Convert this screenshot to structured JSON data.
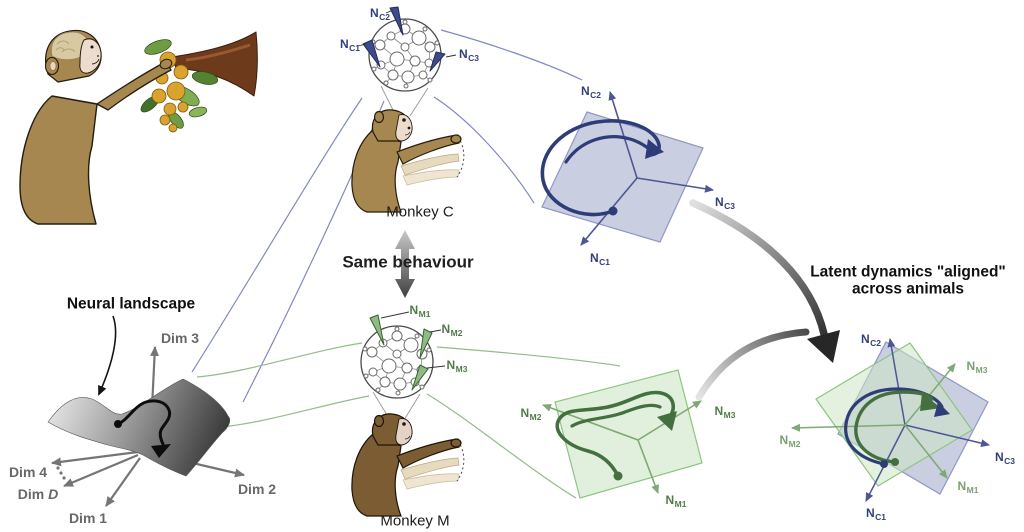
{
  "labels": {
    "monkey_c": "Monkey C",
    "monkey_m": "Monkey M",
    "same_behaviour": "Same behaviour",
    "neural_landscape": "Neural landscape",
    "latent_line1": "Latent dynamics \"aligned\"",
    "latent_line2": "across animals",
    "dim1": "Dim 1",
    "dim2": "Dim 2",
    "dim3": "Dim 3",
    "dim4": "Dim 4",
    "dimD_prefix": "Dim",
    "dimD_var": "D"
  },
  "neurons": {
    "nc1": {
      "base": "N",
      "sub": "C1"
    },
    "nc2": {
      "base": "N",
      "sub": "C2"
    },
    "nc3": {
      "base": "N",
      "sub": "C3"
    },
    "nm1": {
      "base": "N",
      "sub": "M1"
    },
    "nm2": {
      "base": "N",
      "sub": "M2"
    },
    "nm3": {
      "base": "N",
      "sub": "M3"
    }
  },
  "colors": {
    "monkey_c_accent": "#323e7e",
    "monkey_c_trajectory": "#2e3d78",
    "monkey_c_plane_fill": "#aab0cf",
    "monkey_c_connector": "#8189c4",
    "monkey_m_accent": "#4f7d48",
    "monkey_m_trajectory": "#44703f",
    "monkey_m_plane_fill": "#d9ecd3",
    "monkey_m_connector": "#94bb8c",
    "dim_axis_gray": "#757575",
    "manifold_dark": "#2f2f2f",
    "manifold_light": "#e9e9e9"
  }
}
